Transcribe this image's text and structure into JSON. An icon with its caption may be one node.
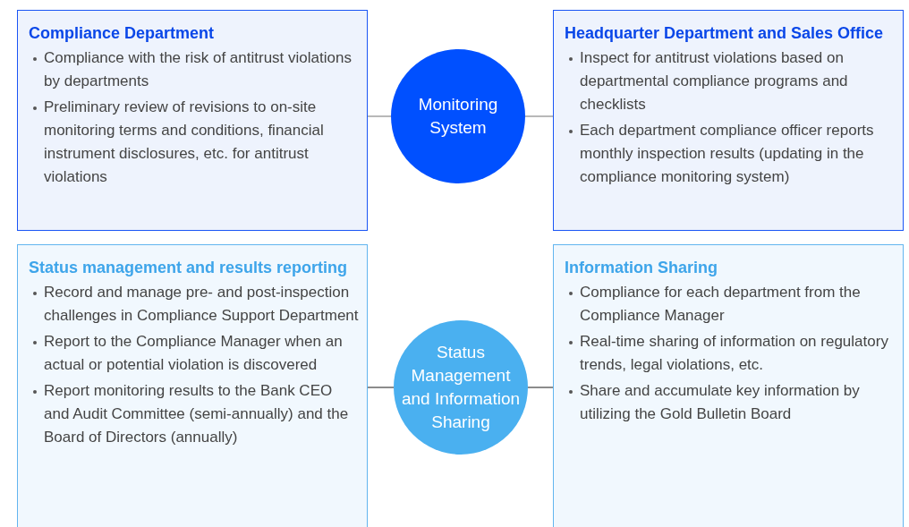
{
  "diagram": {
    "nodes": [
      {
        "text": [
          "Compliance Department",
          "Compliance with the risk of antitrust violations by departments",
          "Preliminary review of revisions to on-site monitoring terms and conditions, financial instrument disclosures, etc. for antitrust violations"
        ]
      },
      {
        "text": [
          "Monitoring System"
        ]
      },
      {
        "text": [
          "Headquarter Department and Sales Office",
          "Inspect for antitrust violations based on departmental compliance programs and checklists",
          "Each department compliance officer reports monthly inspection results (updating in the compliance monitoring system)"
        ]
      },
      {
        "text": [
          "Status management and results reporting",
          "Record and manage pre- and post-inspection challenges in Compliance Support Department",
          "Report to the Compliance Manager when an actual or potential violation is discovered",
          "Report monitoring results to the Bank CEO and Audit Committee (semi-annually) and the Board of Directors (annually)"
        ]
      },
      {
        "text": [
          "Status Management and Information Sharing"
        ]
      },
      {
        "text": [
          "Information Sharing",
          "Compliance for each department from the Compliance Manager",
          "Real-time sharing of information on regulatory trends, legal violations, etc.",
          "Share and accumulate key information by utilizing the Gold Bulletin Board"
        ]
      }
    ],
    "edges": [
      {
        "from": 0,
        "to": 1,
        "arrow": "none"
      },
      {
        "from": 1,
        "to": 2,
        "arrow": "none"
      },
      {
        "from": 3,
        "to": 4,
        "arrow": "none",
        "color": "#666666"
      },
      {
        "from": 4,
        "to": 5,
        "arrow": "none",
        "color": "#666666"
      }
    ]
  }
}
